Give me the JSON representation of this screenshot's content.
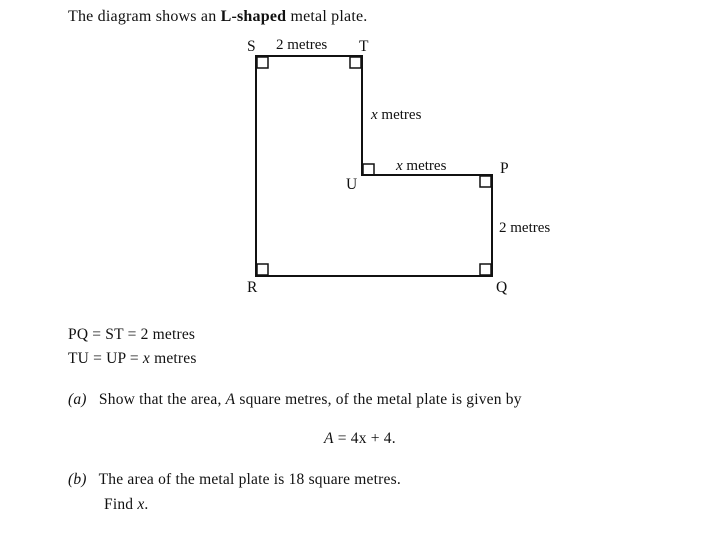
{
  "intro": {
    "prefix": "The diagram shows an",
    "bold": "L-shaped",
    "suffix": "metal plate."
  },
  "diagram": {
    "points": {
      "S": "S",
      "T": "T",
      "U": "U",
      "P": "P",
      "Q": "Q",
      "R": "R"
    },
    "labels": {
      "top": "2 metres",
      "tu_var": "x",
      "tu_unit": "metres",
      "up_var": "x",
      "up_unit": "metres",
      "pq": "2 metres"
    }
  },
  "givens": [
    {
      "text": "PQ = ST = 2 metres"
    },
    {
      "lhs": "TU = UP =",
      "var": "x",
      "unit": "metres"
    }
  ],
  "part_a": {
    "marker": "(a)",
    "text_before": "Show that the area,",
    "var": "A",
    "text_after": "square metres, of the metal plate is given by",
    "formula_lhs": "A",
    "formula_rhs": "= 4x + 4."
  },
  "part_b": {
    "marker": "(b)",
    "line1": "The area of the metal plate is 18 square metres.",
    "line2_prefix": "Find",
    "line2_var": "x",
    "line2_suffix": "."
  }
}
